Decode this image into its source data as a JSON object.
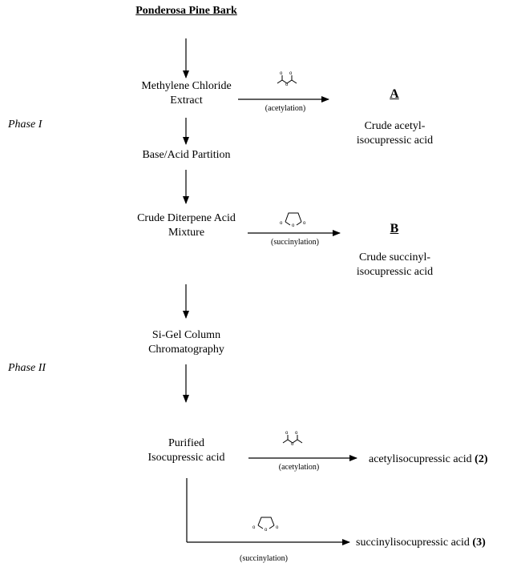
{
  "title": "Ponderosa Pine Bark",
  "phases": {
    "phase1": "Phase I",
    "phase2": "Phase II"
  },
  "steps": {
    "extract": [
      "Methylene Chloride",
      "Extract"
    ],
    "partition": "Base/Acid Partition",
    "mixture": [
      "Crude Diterpene Acid",
      "Mixture"
    ],
    "column": [
      "Si-Gel Column",
      "Chromatography"
    ],
    "purified": [
      "Purified",
      "Isocupressic acid"
    ]
  },
  "reactions": {
    "acetylation": "(acetylation)",
    "succinylation": "(succinylation)"
  },
  "products": {
    "A": {
      "label": "A",
      "lines": [
        "Crude acetyl-",
        "isocupressic acid"
      ]
    },
    "B": {
      "label": "B",
      "lines": [
        "Crude succinyl-",
        "isocupressic acid"
      ]
    },
    "p2": {
      "name": "acetylisocupressic acid",
      "number": "2"
    },
    "p3": {
      "name": "succinylisocupressic acid",
      "number": "3"
    }
  }
}
